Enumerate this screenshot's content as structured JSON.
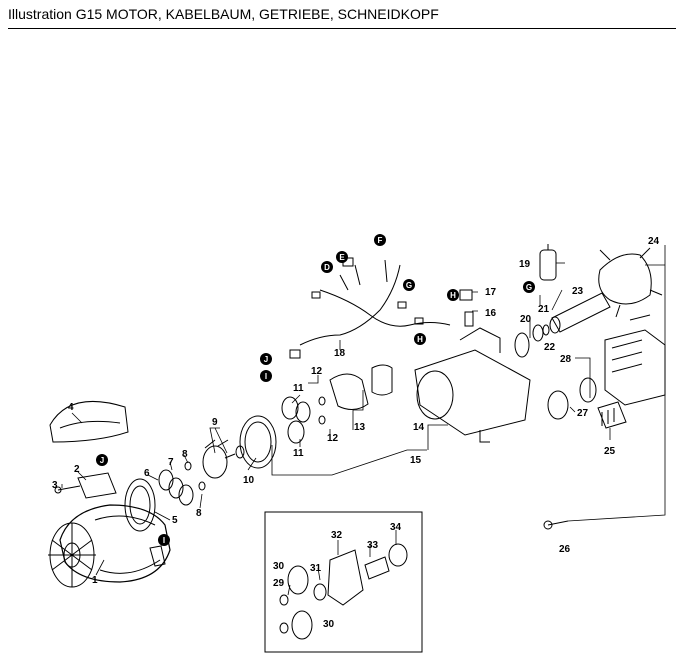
{
  "header": {
    "title": "Illustration  G15  MOTOR, KABELBAUM, GETRIEBE, SCHNEIDKOPF"
  },
  "parts": [
    "1",
    "2",
    "3",
    "4",
    "5",
    "6",
    "7",
    "8",
    "8",
    "9",
    "10",
    "11",
    "11",
    "12",
    "12",
    "13",
    "14",
    "15",
    "16",
    "17",
    "18",
    "19",
    "20",
    "21",
    "22",
    "23",
    "24",
    "25",
    "26",
    "27",
    "28",
    "29",
    "30",
    "30",
    "31",
    "32",
    "33",
    "34"
  ],
  "connectors": [
    "D",
    "E",
    "F",
    "G",
    "H",
    "H",
    "I",
    "I",
    "J",
    "J"
  ]
}
